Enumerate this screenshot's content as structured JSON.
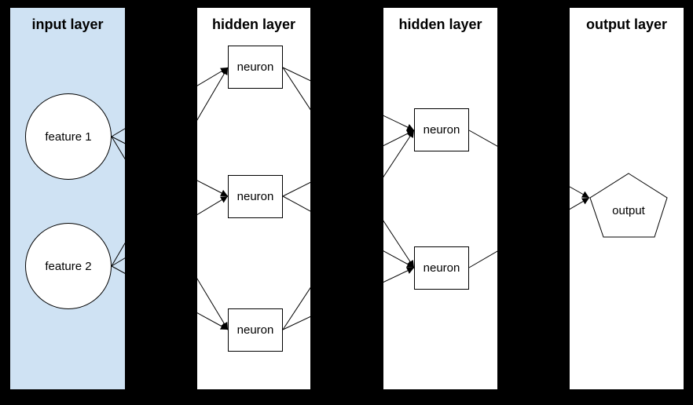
{
  "diagram": {
    "type": "neural-network-diagram",
    "colors": {
      "background": "#000000",
      "input_panel_fill": "#cfe2f3",
      "panel_fill": "#ffffff",
      "node_fill": "#ffffff",
      "stroke": "#000000"
    },
    "panels": [
      {
        "id": "input",
        "title": "input layer"
      },
      {
        "id": "hidden-1",
        "title": "hidden layer"
      },
      {
        "id": "hidden-2",
        "title": "hidden layer"
      },
      {
        "id": "output",
        "title": "output layer"
      }
    ],
    "nodes": {
      "feature1": {
        "label": "feature 1",
        "shape": "circle",
        "layer": "input"
      },
      "feature2": {
        "label": "feature 2",
        "shape": "circle",
        "layer": "input"
      },
      "h1n1": {
        "label": "neuron",
        "shape": "rect",
        "layer": "hidden-1"
      },
      "h1n2": {
        "label": "neuron",
        "shape": "rect",
        "layer": "hidden-1"
      },
      "h1n3": {
        "label": "neuron",
        "shape": "rect",
        "layer": "hidden-1"
      },
      "h2n1": {
        "label": "neuron",
        "shape": "rect",
        "layer": "hidden-2"
      },
      "h2n2": {
        "label": "neuron",
        "shape": "rect",
        "layer": "hidden-2"
      },
      "output": {
        "label": "output",
        "shape": "pentagon",
        "layer": "output"
      }
    },
    "edges": [
      {
        "from": "feature1",
        "to": "h1n1"
      },
      {
        "from": "feature1",
        "to": "h1n2"
      },
      {
        "from": "feature1",
        "to": "h1n3"
      },
      {
        "from": "feature2",
        "to": "h1n1"
      },
      {
        "from": "feature2",
        "to": "h1n2"
      },
      {
        "from": "feature2",
        "to": "h1n3"
      },
      {
        "from": "h1n1",
        "to": "h2n1"
      },
      {
        "from": "h1n1",
        "to": "h2n2"
      },
      {
        "from": "h1n2",
        "to": "h2n1"
      },
      {
        "from": "h1n2",
        "to": "h2n2"
      },
      {
        "from": "h1n3",
        "to": "h2n1"
      },
      {
        "from": "h1n3",
        "to": "h2n2"
      },
      {
        "from": "h2n1",
        "to": "output"
      },
      {
        "from": "h2n2",
        "to": "output"
      }
    ]
  }
}
